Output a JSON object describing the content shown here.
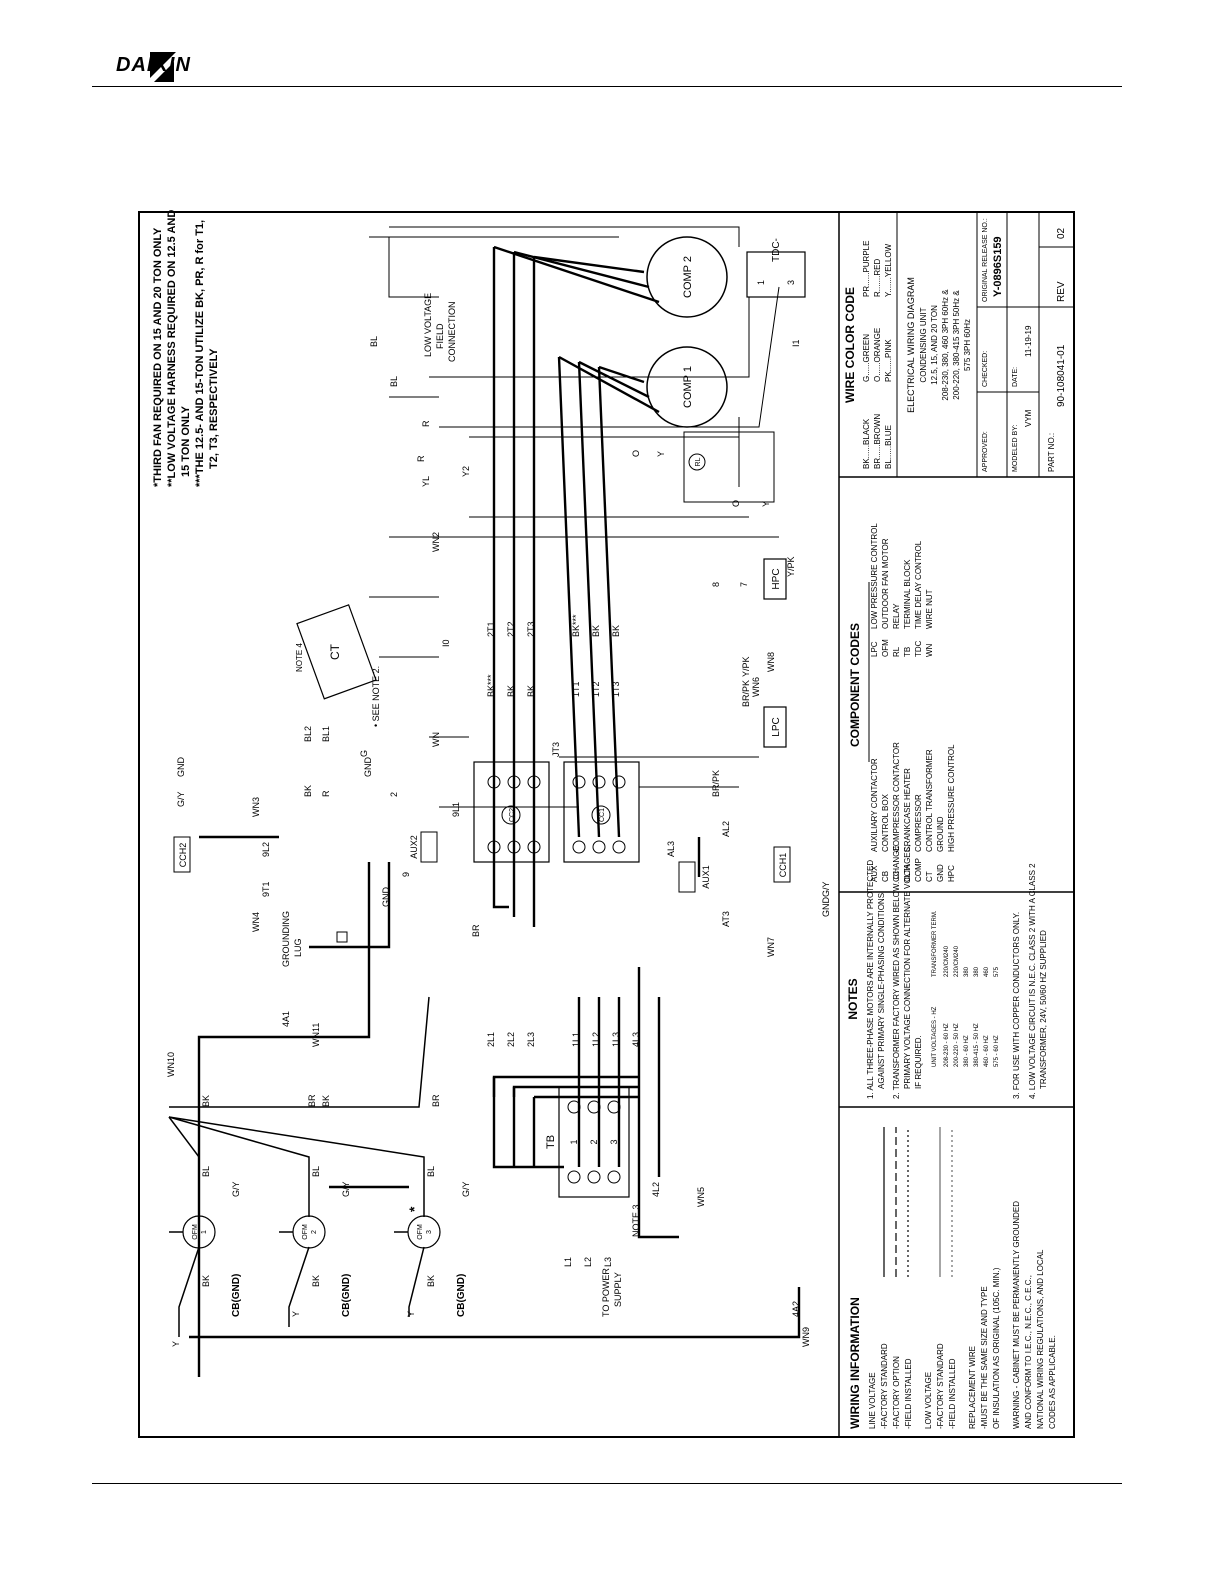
{
  "brand": "DAIKIN",
  "colors": {
    "ink": "#000000",
    "paper": "#ffffff"
  },
  "top_notes": [
    "*THIRD FAN REQUIRED ON 15 AND 20 TON ONLY",
    "**LOW VOLTAGE HARNESS REQUIRED ON 12.5 AND",
    "15 TON ONLY",
    "***THE 12.5- AND 15-TON UTILIZE BK, PR, R for T1,",
    "T2, T3, RESPECTIVELY"
  ],
  "low_voltage_field_connection": [
    "LOW VOLTAGE",
    "FIELD",
    "CONNECTION"
  ],
  "components": {
    "comp1": "COMP 1",
    "comp2": "COMP 2",
    "ct": "CT",
    "tdc": [
      "TDC-",
      "1",
      "3"
    ],
    "lpc": "LPC",
    "hpc": "HPC",
    "cc2": "CC2",
    "cc1": "CC1",
    "aux1": "AUX1",
    "aux2": "AUX2",
    "cch1": "CCH1",
    "cch2": "CCH2",
    "rl": "RL",
    "tb": "TB",
    "ofm1": [
      "OFM",
      "1"
    ],
    "ofm2": [
      "OFM",
      "2"
    ],
    "ofm3": [
      "OFM",
      "3"
    ],
    "grounding_lug": [
      "GROUNDING",
      "LUG"
    ],
    "power_supply": [
      "TO POWER",
      "SUPPLY"
    ],
    "cb_gnd": "CB(GND)"
  },
  "wire_labels": {
    "BL": "BL",
    "BK": "BK",
    "BR": "BR",
    "Y": "Y",
    "R": "R",
    "O": "O",
    "G": "G",
    "GY": "G/Y",
    "BRPK": "BR/PK",
    "YPK": "Y/PK",
    "GND": "GND",
    "note4": "NOTE 4",
    "see_note2": "• SEE NOTE 2.",
    "note3": "NOTE 3",
    "star": "*",
    "bk3": "BK***",
    "bk3b": "BK***",
    "t21": "2T1",
    "t22": "2T2",
    "t23": "2T3",
    "t11": "1T1",
    "t12": "1T2",
    "t13": "1T3",
    "l21": "2L1",
    "l22": "2L2",
    "l23": "2L3",
    "l11": "1L1",
    "l12": "1L2",
    "l13": "1L3",
    "l43": "4L3",
    "l42": "4L2",
    "a41": "4A1",
    "a42": "4A2",
    "t91": "9T1",
    "l92": "9L2",
    "l91": "9L1",
    "jt3": "JT3",
    "al2": "AL2",
    "at3": "AT3",
    "al3": "AL3",
    "bl1": "BL1",
    "bl2": "BL2",
    "i0": "I0",
    "i1": "I1",
    "nine": "9",
    "two": "2",
    "seven": "7",
    "eight": "8",
    "L1": "L1",
    "L2": "L2",
    "L3": "L3",
    "wn2": "WN2",
    "wn3": "WN3",
    "wn4": "WN4",
    "wn5": "WN5",
    "wn6": "WN6",
    "wn7": "WN7",
    "wn8": "WN8",
    "wn9": "WN9",
    "wn10": "WN10",
    "wn11": "WN11",
    "wn_vii": "WN",
    "Y2": "Y2",
    "YL": "YL"
  },
  "wiring_information": {
    "title": "WIRING INFORMATION",
    "lines": [
      "LINE VOLTAGE",
      "-FACTORY STANDARD",
      "-FACTORY OPTION",
      "-FIELD INSTALLED",
      "LOW VOLTAGE",
      "-FACTORY STANDARD",
      "-FIELD INSTALLED",
      "REPLACEMENT WIRE",
      "-MUST BE THE SAME SIZE AND TYPE",
      "OF INSULATION AS ORIGINAL (105C. MIN.)",
      "WARNING - CABINET MUST BE PERMANENTLY GROUNDED",
      "AND CONFORM TO I.E.C., N.E.C., C.E.C.,",
      "NATIONAL WIRING REGULATIONS, AND LOCAL",
      "CODES AS APPLICABLE."
    ]
  },
  "notes": {
    "title": "NOTES",
    "items": [
      "1. ALL THREE-PHASE MOTORS ARE INTERNALLY PROTECTED",
      "AGAINST PRIMARY SINGLE-PHASING CONDITIONS.",
      "2. TRANSFORMER FACTORY WIRED AS SHOWN BELOW. CHANGE",
      "PRIMARY VOLTAGE CONNECTION FOR ALTERNATE VOLTAGES,",
      "IF REQUIRED.",
      "3. FOR USE WITH COPPER CONDUCTORS ONLY.",
      "4. LOW VOLTAGE CIRCUIT IS N.E.C. CLASS 2 WITH A CLASS 2",
      "TRANSFORMER, 24V, 50/60 HZ SUPPLIED"
    ],
    "table_headers": [
      "UNIT VOLTAGES - HZ",
      "TRANSFORMER TERM."
    ],
    "table_rows": [
      [
        "208-230 - 60 HZ",
        "220/CM240"
      ],
      [
        "200-220 - 50 HZ",
        "220/CM240"
      ],
      [
        "380 - 60 HZ",
        "380"
      ],
      [
        "380-415 - 50 HZ",
        "380"
      ],
      [
        "460 - 60 HZ",
        "460"
      ],
      [
        "575 - 60 HZ",
        "575"
      ]
    ]
  },
  "component_codes": {
    "title": "COMPONENT CODES",
    "left": [
      [
        "AUX",
        "AUXILIARY CONTACTOR"
      ],
      [
        "CB",
        "CONTROL BOX"
      ],
      [
        "CC",
        "COMPRESSOR CONTACTOR"
      ],
      [
        "CCH",
        "CRANKCASE HEATER"
      ],
      [
        "COMP",
        "COMPRESSOR"
      ],
      [
        "CT",
        "CONTROL TRANSFORMER"
      ],
      [
        "GND",
        "GROUND"
      ],
      [
        "HPC",
        "HIGH PRESSURE CONTROL"
      ]
    ],
    "right": [
      [
        "LPC",
        "LOW PRESSURE CONTROL"
      ],
      [
        "OFM",
        "OUTDOOR FAN MOTOR"
      ],
      [
        "RL",
        "RELAY"
      ],
      [
        "TB",
        "TERMINAL BLOCK"
      ],
      [
        "TDC",
        "TIME DELAY CONTROL"
      ],
      [
        "WN",
        "WIRE NUT"
      ]
    ]
  },
  "wire_color_code": {
    "title": "WIRE COLOR CODE",
    "rows": [
      [
        "BK......BLACK",
        "G......GREEN",
        "PR......PURPLE"
      ],
      [
        "BR......BROWN",
        "O......ORANGE",
        "R.......RED"
      ],
      [
        "BL......BLUE",
        "PK......PINK",
        "Y.......YELLOW"
      ]
    ]
  },
  "title_block": {
    "lines": [
      "ELECTRICAL WIRING DIAGRAM",
      "CONDENSING UNIT",
      "12.5, 15, AND 20 TON",
      "208-230, 380, 460 3PH 60Hz &",
      "200-220, 380-415 3PH 50Hz &",
      "575 3PH 60Hz"
    ],
    "approved": "APPROVED:",
    "checked": "CHECKED:",
    "original_release": "ORIGINAL RELEASE NO.:",
    "release_no": "Y-0896S159",
    "modeled_by": "MODELED BY:",
    "modeled_by_value": "VYM",
    "date": "DATE:",
    "date_value": "11-19-19",
    "part_no": "PART NO.:",
    "part_no_value": "90-108041-01",
    "rev": "REV",
    "rev_value": "02"
  }
}
